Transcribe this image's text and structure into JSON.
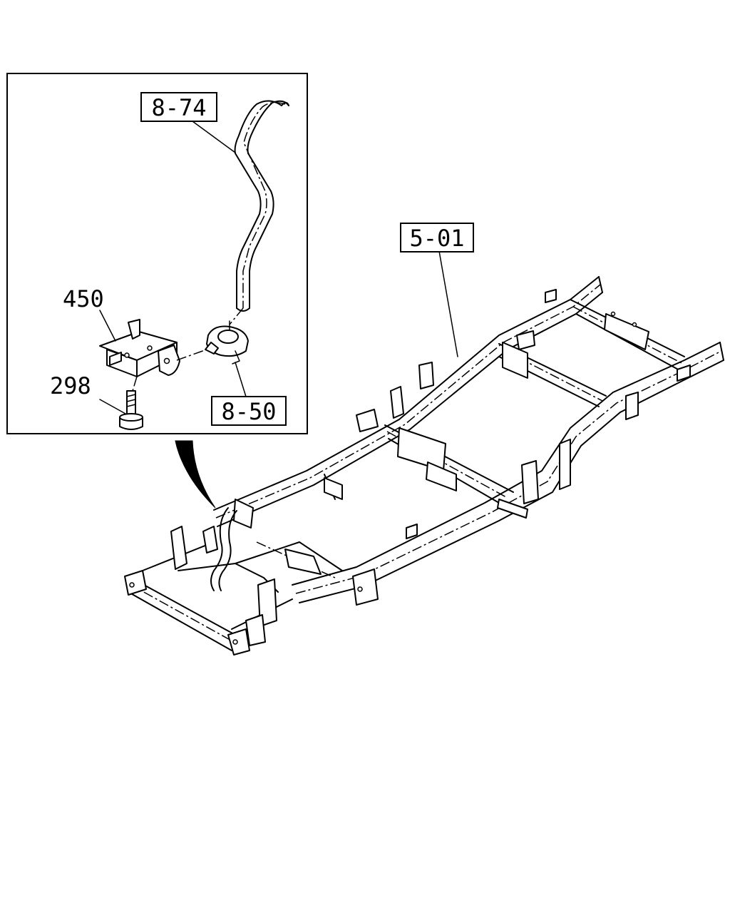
{
  "callouts": {
    "hose": "8-74",
    "frame": "5-01",
    "clip": "8-50",
    "bracket": "450",
    "bolt": "298"
  }
}
